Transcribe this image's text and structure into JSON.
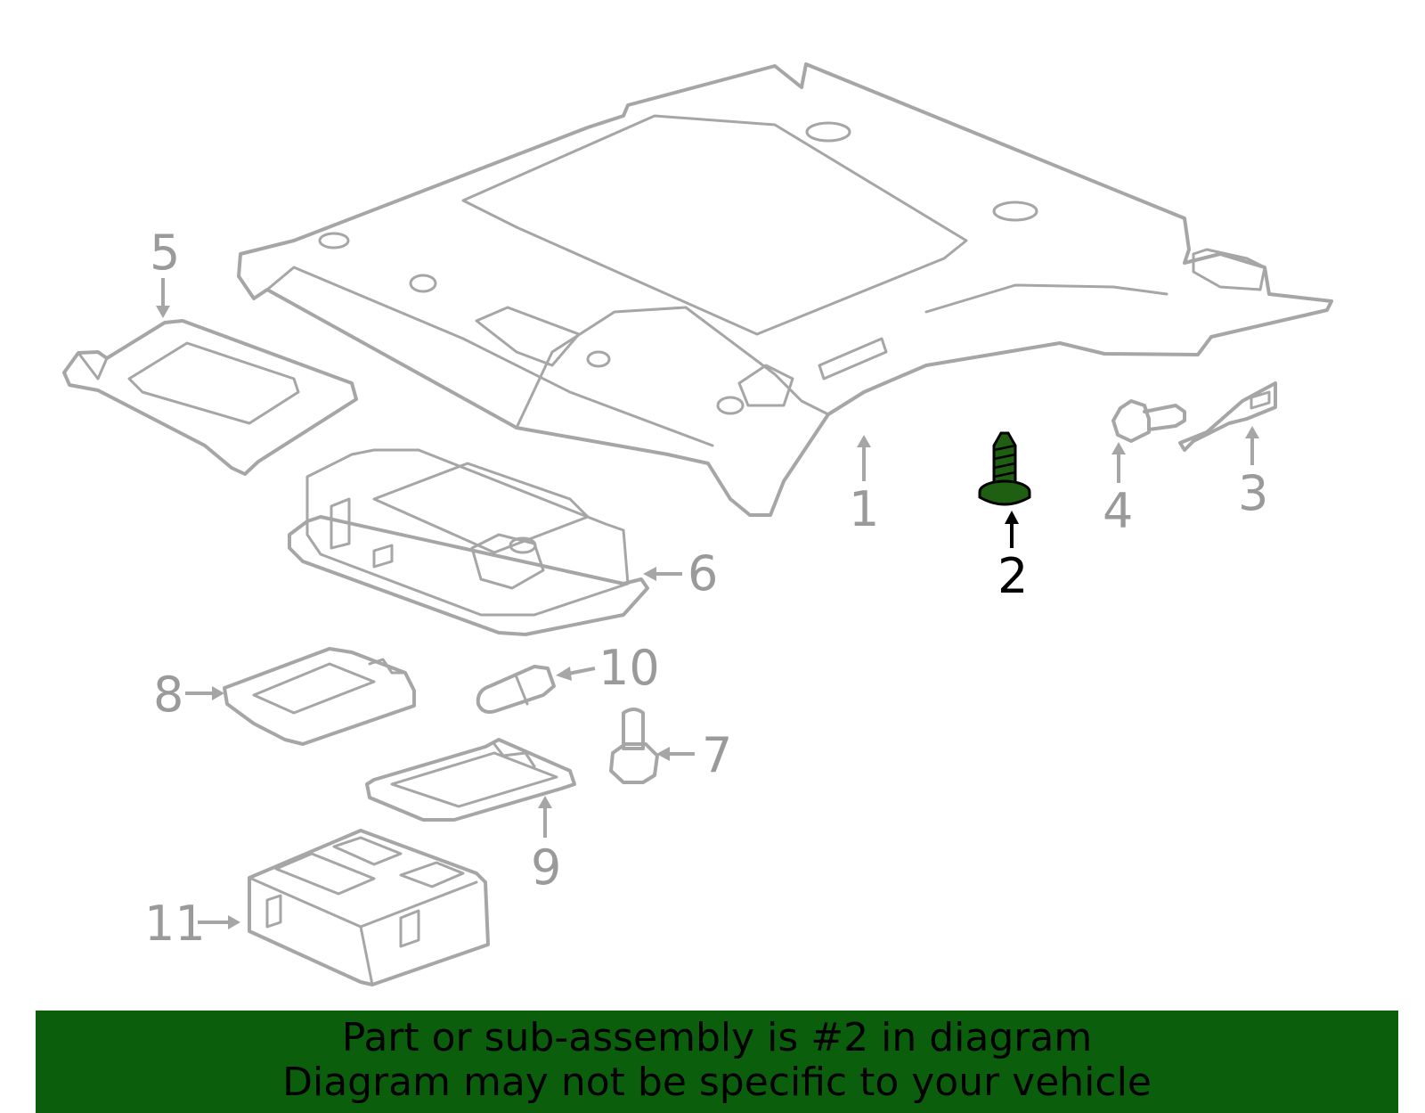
{
  "colors": {
    "line_art": "#a6a6a6",
    "label_gray": "#9a9a9a",
    "highlight_part": "#1f5f12",
    "banner_bg": "#0b5e0b",
    "banner_text": "#000000"
  },
  "callouts": [
    {
      "id": "1",
      "label": "1",
      "highlighted": false
    },
    {
      "id": "2",
      "label": "2",
      "highlighted": true
    },
    {
      "id": "3",
      "label": "3",
      "highlighted": false
    },
    {
      "id": "4",
      "label": "4",
      "highlighted": false
    },
    {
      "id": "5",
      "label": "5",
      "highlighted": false
    },
    {
      "id": "6",
      "label": "6",
      "highlighted": false
    },
    {
      "id": "7",
      "label": "7",
      "highlighted": false
    },
    {
      "id": "8",
      "label": "8",
      "highlighted": false
    },
    {
      "id": "9",
      "label": "9",
      "highlighted": false
    },
    {
      "id": "10",
      "label": "10",
      "highlighted": false
    },
    {
      "id": "11",
      "label": "11",
      "highlighted": false
    }
  ],
  "banner": {
    "line1": "Part or sub-assembly is #2 in diagram",
    "line2": "Diagram may not be specific to your vehicle"
  }
}
